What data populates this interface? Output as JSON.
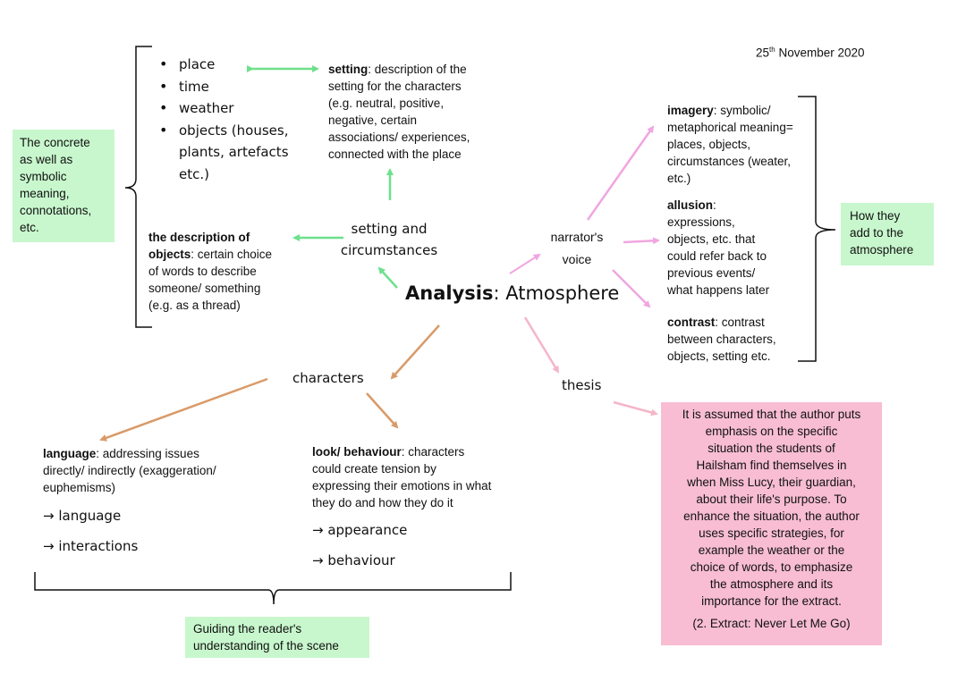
{
  "date": "25th November 2020",
  "center": {
    "bold": "Analysis",
    "rest": ": Atmosphere"
  },
  "nodes": {
    "setting": [
      "setting and",
      "circumstances"
    ],
    "narrator": [
      "narrator's",
      "voice"
    ],
    "characters": "characters",
    "thesis": "thesis"
  },
  "bullets": [
    "place",
    "time",
    "weather",
    "objects (houses,",
    "plants, artefacts",
    "etc.)"
  ],
  "setting_desc": {
    "term": "setting",
    "lines": [
      ": description of the",
      "setting for the characters",
      "(e.g. neutral, positive,",
      "negative, certain",
      "associations/ experiences,",
      "connected with the place"
    ]
  },
  "objects_desc": {
    "term": [
      "the description of",
      "objects"
    ],
    "lines": [
      ": certain choice",
      "of words to describe",
      "someone/ something",
      "(e.g. as a thread)"
    ]
  },
  "concrete_box": [
    "The concrete",
    "as well as",
    "symbolic",
    "meaning,",
    "connotations,",
    "etc."
  ],
  "imagery": {
    "term": "imagery",
    "lines": [
      ": symbolic/",
      "metaphorical meaning=",
      "places, objects,",
      "circumstances (weater,",
      "etc.)"
    ]
  },
  "allusion": {
    "term": "allusion",
    "lines": [
      ":",
      "expressions,",
      "objects, etc. that",
      "could refer back to",
      "previous events/",
      "what happens later"
    ]
  },
  "contrast": {
    "term": "contrast",
    "lines": [
      ": contrast",
      "between characters,",
      "objects, setting etc."
    ]
  },
  "atmos_box": [
    "How they",
    "add to the",
    "atmosphere"
  ],
  "language": {
    "term": "language",
    "lines": [
      ": addressing issues",
      "directly/ indirectly (exaggeration/",
      "euphemisms)"
    ],
    "sub": [
      "→ language",
      "→ interactions"
    ]
  },
  "look": {
    "term": "look/ behaviour",
    "lines": [
      ": characters",
      "could create tension by",
      "expressing their emotions in what",
      "they do and how they do it"
    ],
    "sub": [
      "→ appearance",
      "→ behaviour"
    ]
  },
  "guiding_box": [
    "Guiding the reader's",
    "understanding of the scene"
  ],
  "thesis_box": [
    "It is assumed that the author puts",
    "emphasis on the specific",
    "situation the students of",
    "Hailsham find themselves in",
    "when Miss Lucy, their guardian,",
    "about their life's purpose. To",
    "enhance the situation, the author",
    "uses specific strategies, for",
    "example the weather or the",
    "choice of words, to emphasize",
    "the atmosphere and its",
    "importance for the extract."
  ],
  "thesis_source": "(2. Extract: Never Let Me Go)",
  "colors": {
    "green_arrow": "#6ee08c",
    "pink_arrow": "#f0a6e0",
    "brown_arrow": "#d99a68",
    "light_pink_arrow": "#f4b6c8",
    "green_box": "#c8f7cd",
    "pink_box": "#f8bdd2"
  }
}
